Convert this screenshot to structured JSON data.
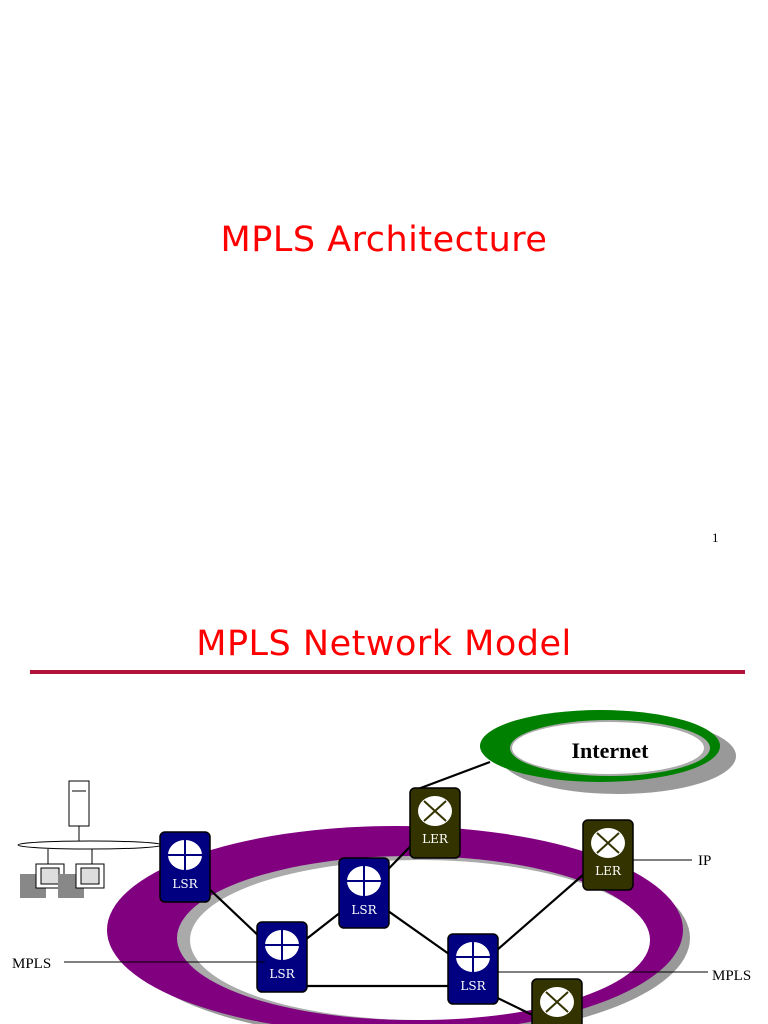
{
  "slide1": {
    "title": "MPLS Architecture",
    "page_number": "1"
  },
  "slide2": {
    "title": "MPLS Network Model",
    "cloud_label": "Internet",
    "nodes": {
      "ler_top": "LER",
      "ler_right": "LER",
      "lsr_left": "LSR",
      "lsr_center": "LSR",
      "lsr_lower_left": "LSR",
      "lsr_lower_right": "LSR"
    },
    "callouts": {
      "ip": "IP",
      "mpls_left": "MPLS",
      "mpls_right": "MPLS"
    },
    "colors": {
      "title": "#ff0000",
      "rule": "#b3133a",
      "lsr": "#000080",
      "ler": "#333300",
      "ring": "#800080",
      "internet_ring": "#008000"
    }
  }
}
